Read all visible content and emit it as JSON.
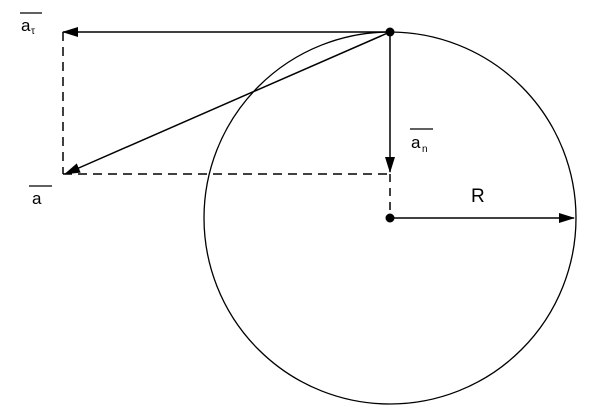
{
  "diagram": {
    "labels": {
      "tangential": {
        "base": "a",
        "sub": "τ"
      },
      "normal": {
        "base": "a",
        "sub": "n"
      },
      "total": {
        "base": "a"
      },
      "radius": "R"
    },
    "colors": {
      "stroke": "#000000",
      "background": "#ffffff"
    }
  }
}
